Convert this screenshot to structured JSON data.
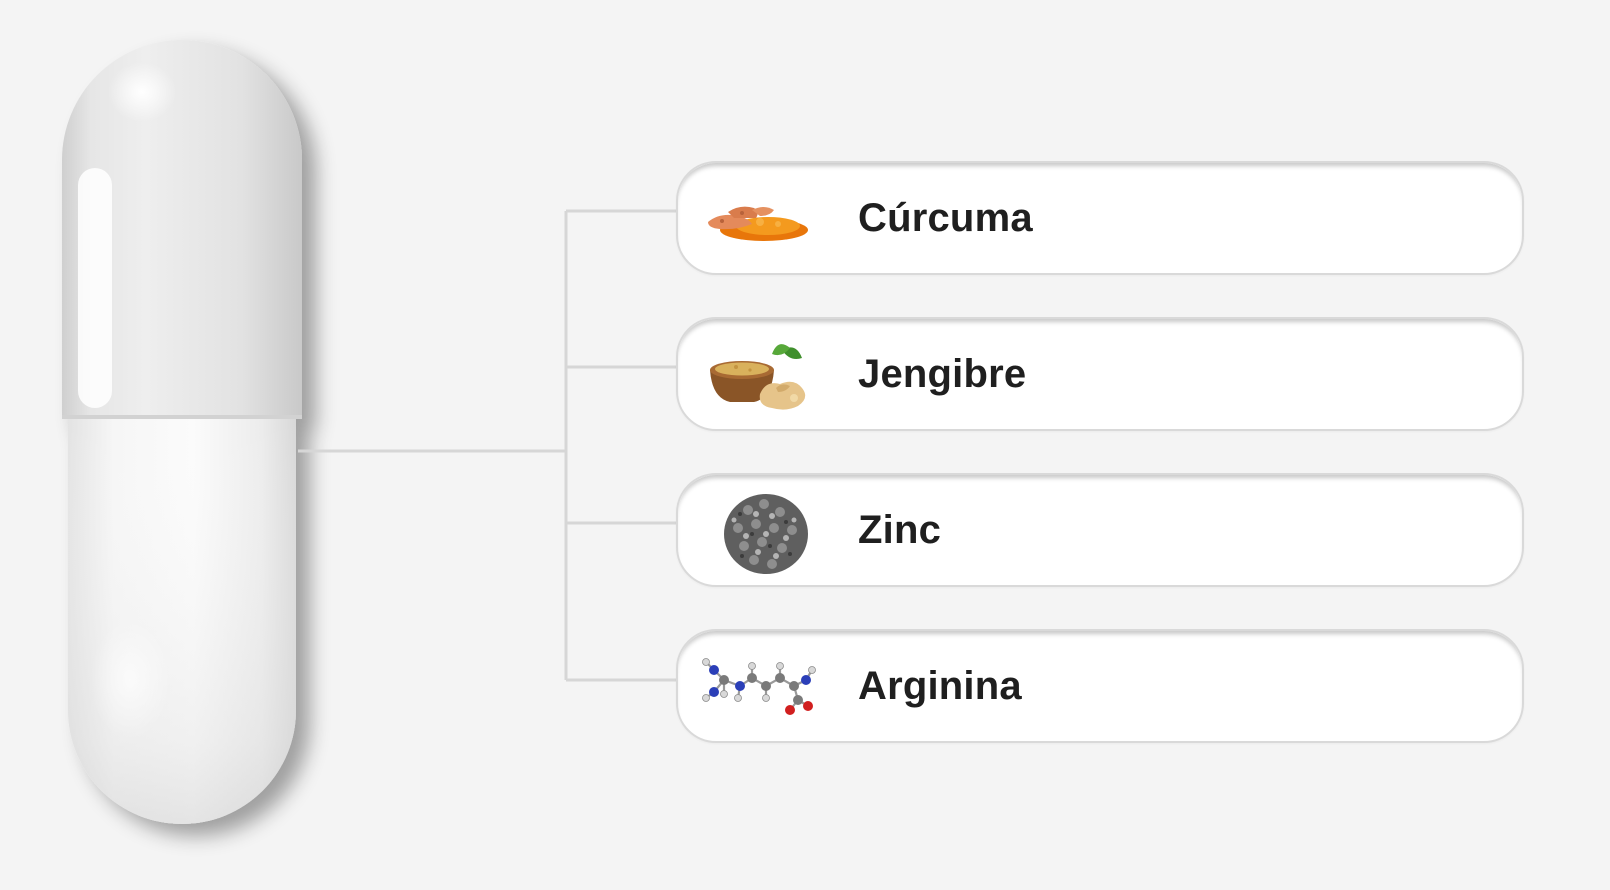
{
  "ingredients": [
    {
      "label": "Cúrcuma",
      "icon": "turmeric-icon"
    },
    {
      "label": "Jengibre",
      "icon": "ginger-icon"
    },
    {
      "label": "Zinc",
      "icon": "zinc-icon"
    },
    {
      "label": "Arginina",
      "icon": "arginine-molecule-icon"
    }
  ],
  "colors": {
    "background": "#f4f4f4",
    "card_background": "#ffffff",
    "card_border": "#d9d9d9",
    "connector": "#d6d6d6",
    "text": "#1f1f1f",
    "turmeric": "#f08a13",
    "capsule": "#eeeeee"
  }
}
